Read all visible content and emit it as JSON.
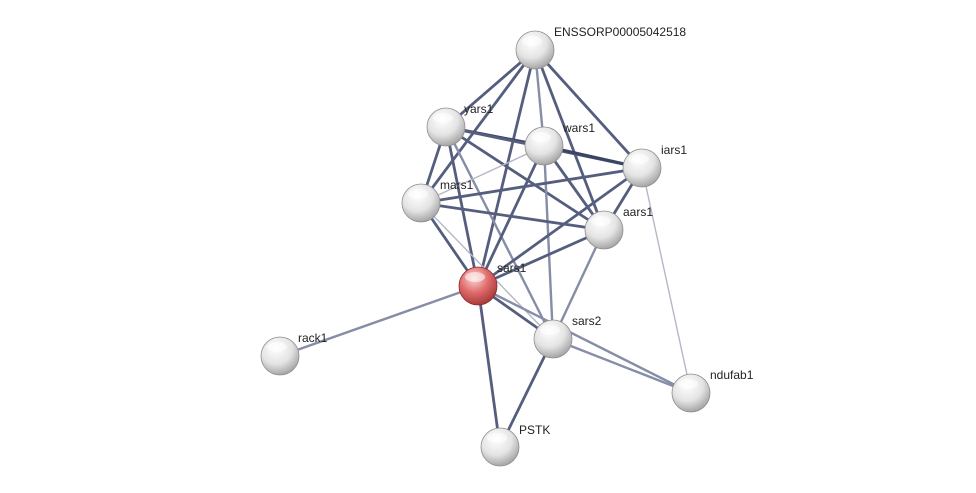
{
  "network": {
    "nodes": [
      {
        "id": "ENSSORP00005042518",
        "label": "ENSSORP00005042518",
        "highlight": false
      },
      {
        "id": "yars1",
        "label": "yars1",
        "highlight": false
      },
      {
        "id": "wars1",
        "label": "wars1",
        "highlight": false
      },
      {
        "id": "iars1",
        "label": "iars1",
        "highlight": false
      },
      {
        "id": "mars1",
        "label": "mars1",
        "highlight": false
      },
      {
        "id": "aars1",
        "label": "aars1",
        "highlight": false
      },
      {
        "id": "sars1",
        "label": "sars1",
        "highlight": true
      },
      {
        "id": "rack1",
        "label": "rack1",
        "highlight": false
      },
      {
        "id": "sars2",
        "label": "sars2",
        "highlight": false
      },
      {
        "id": "ndufab1",
        "label": "ndufab1",
        "highlight": false
      },
      {
        "id": "PSTK",
        "label": "PSTK",
        "highlight": false
      }
    ],
    "edges": [
      {
        "source": "ENSSORP00005042518",
        "target": "yars1",
        "strength": "strong"
      },
      {
        "source": "ENSSORP00005042518",
        "target": "wars1",
        "strength": "medium"
      },
      {
        "source": "ENSSORP00005042518",
        "target": "iars1",
        "strength": "strong"
      },
      {
        "source": "ENSSORP00005042518",
        "target": "mars1",
        "strength": "strong"
      },
      {
        "source": "ENSSORP00005042518",
        "target": "aars1",
        "strength": "strong"
      },
      {
        "source": "ENSSORP00005042518",
        "target": "sars1",
        "strength": "strong"
      },
      {
        "source": "yars1",
        "target": "wars1",
        "strength": "strongest"
      },
      {
        "source": "yars1",
        "target": "iars1",
        "strength": "strong"
      },
      {
        "source": "yars1",
        "target": "mars1",
        "strength": "strong"
      },
      {
        "source": "yars1",
        "target": "aars1",
        "strength": "strong"
      },
      {
        "source": "yars1",
        "target": "sars1",
        "strength": "strong"
      },
      {
        "source": "yars1",
        "target": "sars2",
        "strength": "medium"
      },
      {
        "source": "wars1",
        "target": "iars1",
        "strength": "strongest"
      },
      {
        "source": "wars1",
        "target": "mars1",
        "strength": "weak"
      },
      {
        "source": "wars1",
        "target": "aars1",
        "strength": "strong"
      },
      {
        "source": "wars1",
        "target": "sars1",
        "strength": "strong"
      },
      {
        "source": "wars1",
        "target": "sars2",
        "strength": "medium"
      },
      {
        "source": "iars1",
        "target": "mars1",
        "strength": "strong"
      },
      {
        "source": "iars1",
        "target": "aars1",
        "strength": "strong"
      },
      {
        "source": "iars1",
        "target": "sars1",
        "strength": "strong"
      },
      {
        "source": "iars1",
        "target": "ndufab1",
        "strength": "weak"
      },
      {
        "source": "mars1",
        "target": "aars1",
        "strength": "strong"
      },
      {
        "source": "mars1",
        "target": "sars1",
        "strength": "strong"
      },
      {
        "source": "mars1",
        "target": "sars2",
        "strength": "weak"
      },
      {
        "source": "aars1",
        "target": "sars1",
        "strength": "strong"
      },
      {
        "source": "aars1",
        "target": "sars2",
        "strength": "medium"
      },
      {
        "source": "sars1",
        "target": "sars2",
        "strength": "strong"
      },
      {
        "source": "sars1",
        "target": "rack1",
        "strength": "medium"
      },
      {
        "source": "sars1",
        "target": "PSTK",
        "strength": "strong"
      },
      {
        "source": "sars1",
        "target": "ndufab1",
        "strength": "medium"
      },
      {
        "source": "sars2",
        "target": "PSTK",
        "strength": "strong"
      },
      {
        "source": "sars2",
        "target": "ndufab1",
        "strength": "medium"
      }
    ]
  },
  "colors": {
    "background": "#ffffff",
    "edge_strongest": "#3a4466",
    "edge_strong": "#555e7e",
    "edge_medium": "#868da6",
    "edge_weak": "#b4b8c6",
    "node_fill": "#eeeeee",
    "node_highlight_fill": "#e05a5a"
  }
}
